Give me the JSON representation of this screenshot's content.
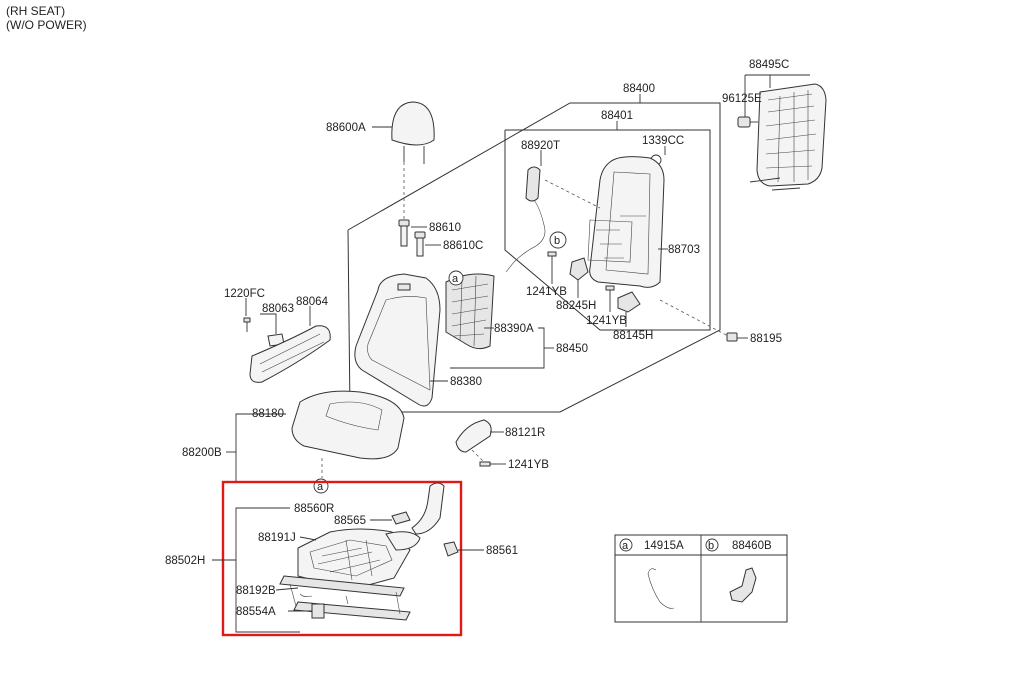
{
  "header": {
    "line1": "(RH SEAT)",
    "line2": "(W/O POWER)"
  },
  "parts": {
    "p88400": "88400",
    "p88401": "88401",
    "p88495C": "88495C",
    "p96125E": "96125E",
    "p88600A": "88600A",
    "p88920T": "88920T",
    "p1339CC": "1339CC",
    "p88610": "88610",
    "p88610C": "88610C",
    "p88703": "88703",
    "p1241YB_a": "1241YB",
    "p88245H": "88245H",
    "p1241YB_b": "1241YB",
    "p88145H": "88145H",
    "p1220FC": "1220FC",
    "p88063": "88063",
    "p88064": "88064",
    "p88390A": "88390A",
    "p88450": "88450",
    "p88380": "88380",
    "p88195": "88195",
    "p88180": "88180",
    "p88200B": "88200B",
    "p88121R": "88121R",
    "p1241YB_c": "1241YB",
    "p88560R": "88560R",
    "p88565": "88565",
    "p88191J": "88191J",
    "p88561": "88561",
    "p88502H": "88502H",
    "p88192B": "88192B",
    "p88554A": "88554A"
  },
  "callouts": {
    "a": "a",
    "b": "b"
  },
  "legend": {
    "a_letter": "a",
    "a_part": "14915A",
    "b_letter": "b",
    "b_part": "88460B"
  },
  "colors": {
    "highlight": "#e01818",
    "line": "#333333"
  }
}
